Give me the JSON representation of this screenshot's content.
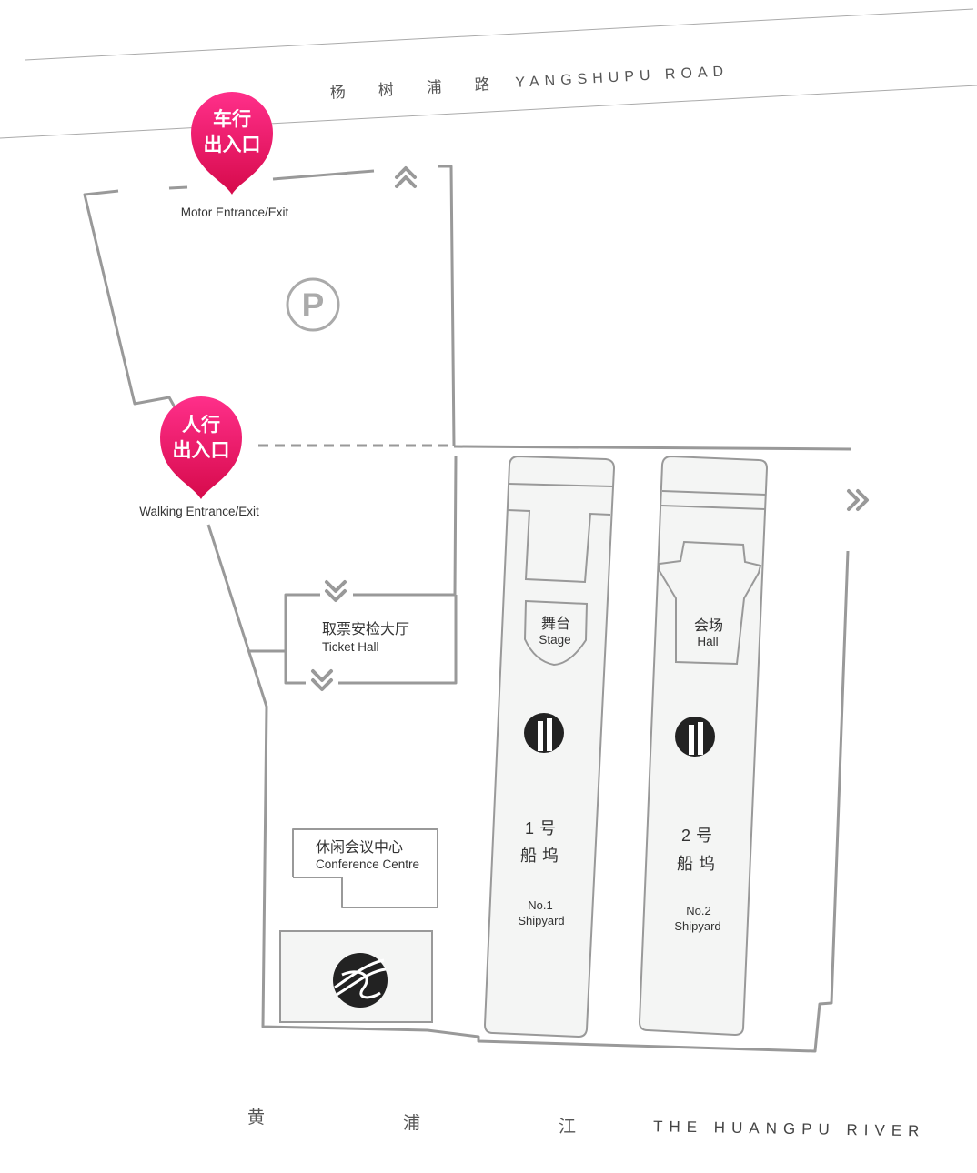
{
  "road": {
    "cjk": [
      "杨",
      "树",
      "浦",
      "路"
    ],
    "english": "YANGSHUPU ROAD"
  },
  "river": {
    "cjk": [
      "黄",
      "浦",
      "江"
    ],
    "english": "THE HUANGPU RIVER"
  },
  "entrances": {
    "motor": {
      "pin_line1": "车行",
      "pin_line2": "出入口",
      "caption": "Motor Entrance/Exit"
    },
    "walking": {
      "pin_line1": "人行",
      "pin_line2": "出入口",
      "caption": "Walking Entrance/Exit"
    }
  },
  "parking": {
    "symbol": "P"
  },
  "ticket_hall": {
    "cjk": "取票安检大厅",
    "en": "Ticket Hall"
  },
  "conference_centre": {
    "cjk": "休闲会议中心",
    "en": "Conference Centre"
  },
  "shipyard_1": {
    "stage_cjk": "舞台",
    "stage_en": "Stage",
    "name_line1": "1号",
    "name_line2": "船坞",
    "en_line1": "No.1",
    "en_line2": "Shipyard"
  },
  "shipyard_2": {
    "hall_cjk": "会场",
    "hall_en": "Hall",
    "name_line1": "2号",
    "name_line2": "船坞",
    "en_line1": "No.2",
    "en_line2": "Shipyard"
  },
  "colors": {
    "pin_top": "#ff2f8a",
    "pin_bottom": "#d60a4b",
    "line": "#999999",
    "dock_fill": "#f4f5f4",
    "icon": "#222222"
  },
  "icons": [
    "parking-icon",
    "chevron-up-icon",
    "chevron-right-icon",
    "chevron-down-icon",
    "building-icon",
    "venue-logo-icon"
  ]
}
